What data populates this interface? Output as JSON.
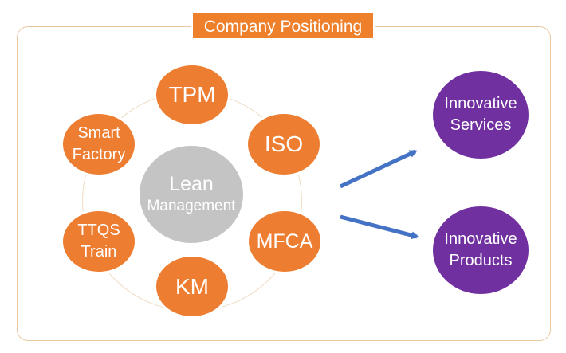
{
  "title": "Company Positioning",
  "center": {
    "line1": "Lean",
    "line2": "Management"
  },
  "satellites": {
    "tpm": "TPM",
    "iso": "ISO",
    "mfca": "MFCA",
    "km": "KM",
    "ttqs": {
      "line1": "TTQS",
      "line2": "Train"
    },
    "smart_factory": {
      "line1": "Smart",
      "line2": "Factory"
    }
  },
  "outcomes": {
    "services": {
      "line1": "Innovative",
      "line2": "Services"
    },
    "products": {
      "line1": "Innovative",
      "line2": "Products"
    }
  },
  "colors": {
    "orange": "#ed7d31",
    "purple": "#7030a0",
    "grey": "#c4c4c4",
    "arrow": "#4472c4"
  }
}
